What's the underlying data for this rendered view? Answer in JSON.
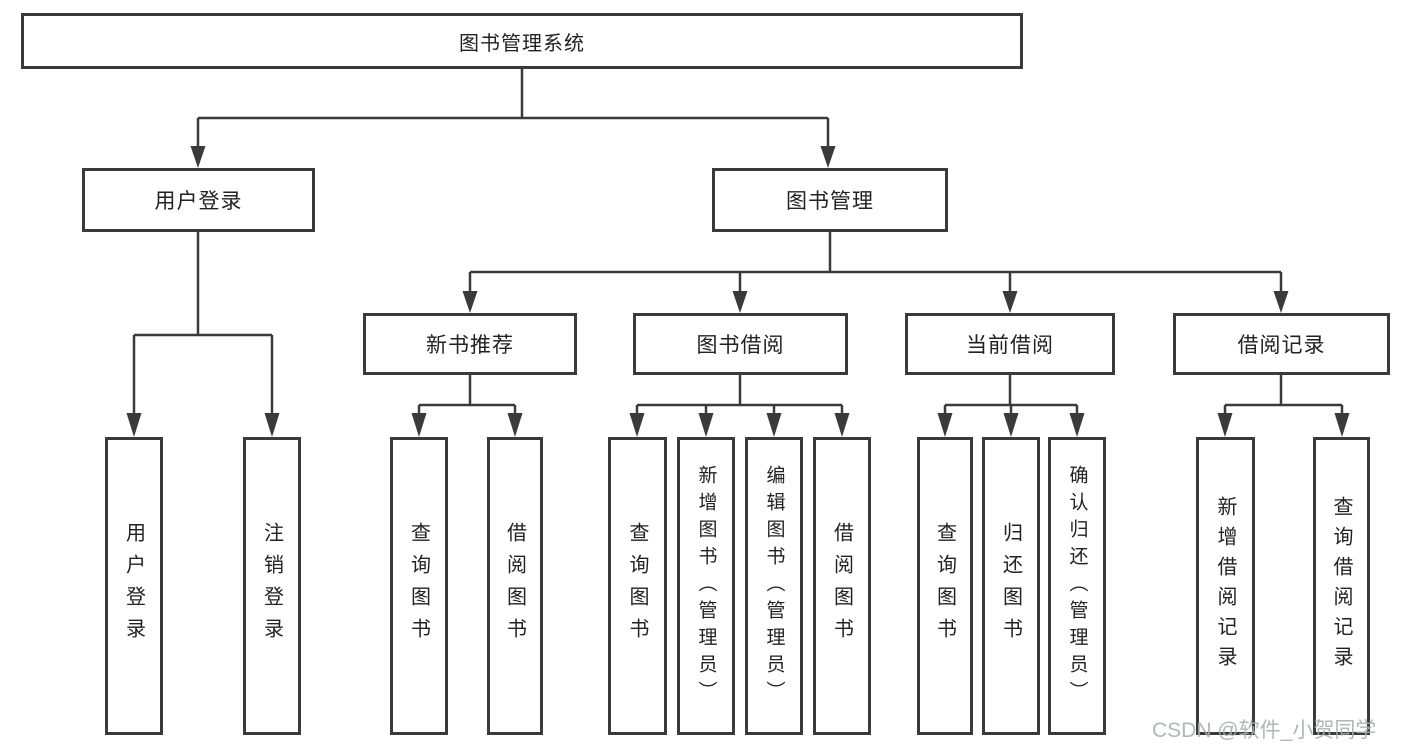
{
  "diagram": {
    "title": "图书管理系统",
    "level2": [
      {
        "label": "用户登录"
      },
      {
        "label": "图书管理"
      }
    ],
    "level3": [
      {
        "label": "新书推荐"
      },
      {
        "label": "图书借阅"
      },
      {
        "label": "当前借阅"
      },
      {
        "label": "借阅记录"
      }
    ],
    "leaves": {
      "login": [
        "用户登录",
        "注销登录"
      ],
      "newBook": [
        "查询图书",
        "借阅图书"
      ],
      "bookBorrow": [
        "查询图书",
        "新增图书（管理员）",
        "编辑图书（管理员）",
        "借阅图书"
      ],
      "currentBorrow": [
        "查询图书",
        "归还图书",
        "确认归还（管理员）"
      ],
      "records": [
        "新增借阅记录",
        "查询借阅记录"
      ]
    }
  },
  "watermark": {
    "text": "CSDN @软件_小贺同学"
  },
  "colors": {
    "line": "#3a3a3a",
    "text": "#222222",
    "watermark": "#aaaeb4"
  }
}
